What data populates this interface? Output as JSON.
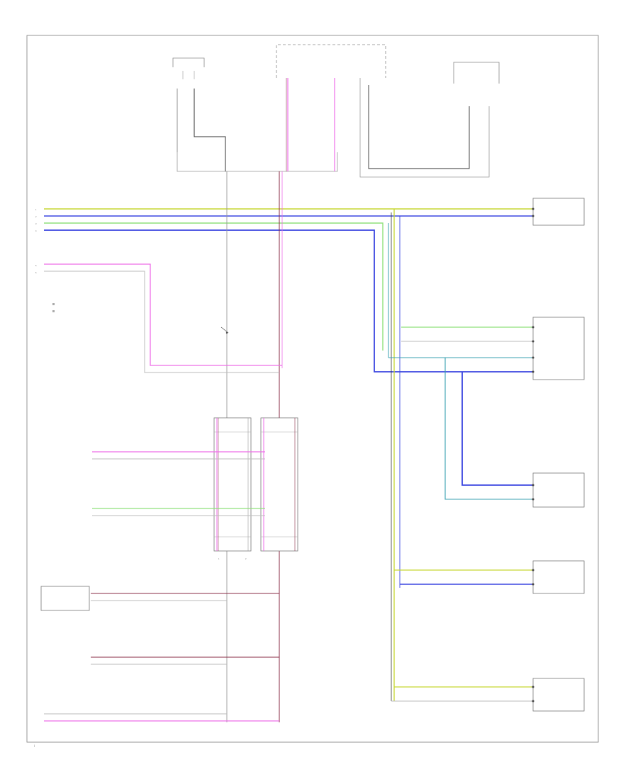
{
  "colors": {
    "yellow_green": "#c6d631",
    "blue": "#3b46e0",
    "light_green": "#8fe07a",
    "pink": "#ee6ee8",
    "dark_red": "#8a2b45",
    "white_wire": "#c8c8c8",
    "black_wire": "#333333",
    "teal": "#3aa0b0",
    "frame": "#8a8a8a"
  },
  "page": {
    "corner_mark": "("
  },
  "labels": {
    "top_left_connector": "",
    "top_center_connector": "",
    "top_right_connector": "",
    "left_pin_1": "1",
    "left_pin_2": "2",
    "left_pin_3": "3",
    "left_pin_4": "4",
    "left_pin_5": "5",
    "left_pin_6": "6",
    "bottom_pin_1": "1",
    "bottom_pin_2": "2"
  }
}
